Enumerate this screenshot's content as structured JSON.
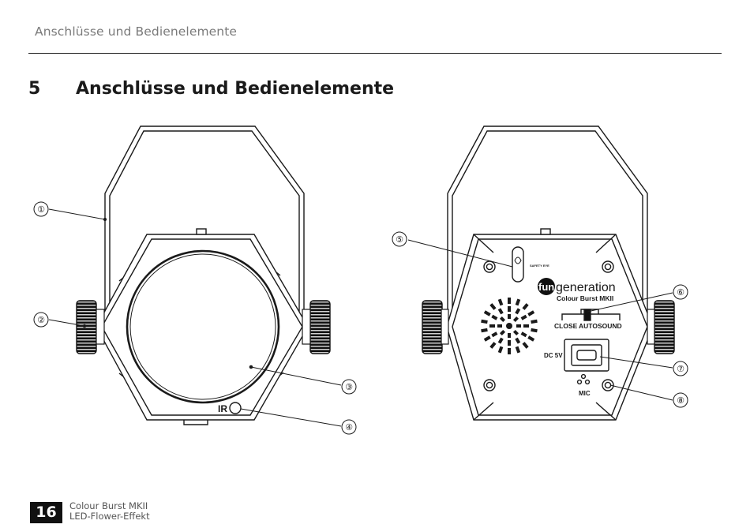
{
  "header": {
    "running_title": "Anschlüsse und Bedienelemente"
  },
  "section": {
    "number": "5",
    "title": "Anschlüsse und Bedienelemente"
  },
  "figure": {
    "callouts": [
      "①",
      "②",
      "③",
      "④",
      "⑤",
      "⑥",
      "⑦",
      "⑧"
    ],
    "front_labels": {
      "ir": "IR"
    },
    "rear_labels": {
      "safety_eye": "SAFETY EYE",
      "brand_prefix": "fun",
      "brand_suffix": "generation",
      "model": "Colour Burst MKII",
      "switch_close": "CLOSE",
      "switch_auto": "AUTO",
      "switch_sound": "SOUND",
      "dc": "DC 5V",
      "mic": "MIC"
    },
    "colors": {
      "line": "#1a1a1a",
      "knob": "#111111"
    }
  },
  "footer": {
    "page_number": "16",
    "product_line1": "Colour Burst MKII",
    "product_line2": "LED-Flower-Effekt"
  }
}
